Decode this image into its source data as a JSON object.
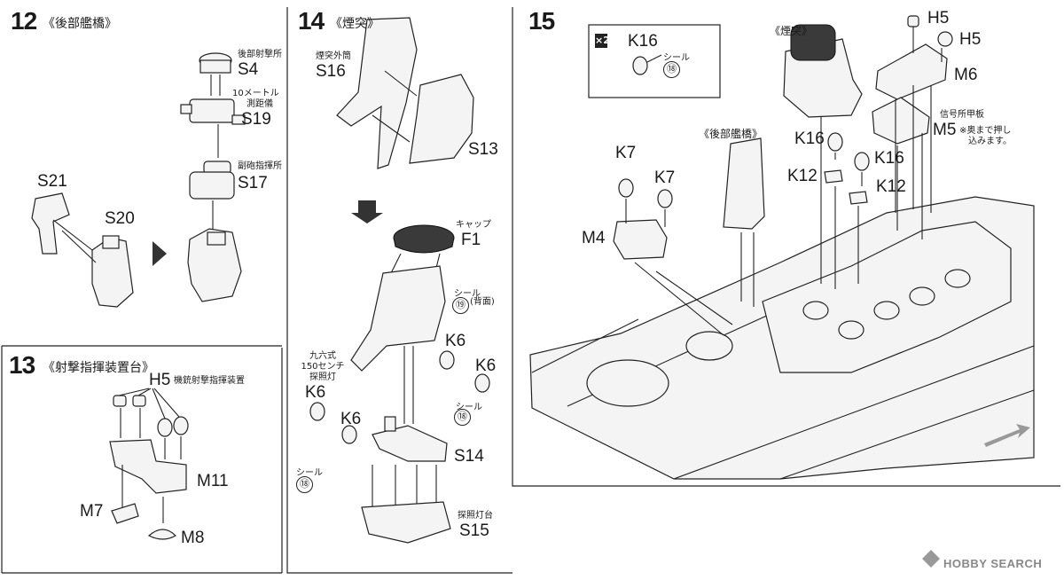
{
  "steps": {
    "s12": {
      "number": "12",
      "title": "《後部艦橋》"
    },
    "s13": {
      "number": "13",
      "title": "《射撃指揮装置台》"
    },
    "s14": {
      "number": "14",
      "title": "《煙突》"
    },
    "s15": {
      "number": "15"
    }
  },
  "parts12": {
    "s4": "S4",
    "s4_note": "後部射撃所",
    "s19": "S19",
    "s19_note_1": "10メートル",
    "s19_note_2": "測距儀",
    "s17": "S17",
    "s17_note": "副砲指揮所",
    "s21": "S21",
    "s20": "S20"
  },
  "parts13": {
    "h5": "H5",
    "h5_note": "機銃射撃指揮装置",
    "m11": "M11",
    "m7": "M7",
    "m8": "M8"
  },
  "parts14": {
    "s16": "S16",
    "s16_note": "煙突外筒",
    "s13": "S13",
    "f1": "F1",
    "f1_note": "キャップ",
    "seal_label": "シール",
    "seal19": "⑲",
    "seal19_note": "(背面)",
    "k6": "K6",
    "lamp_note_1": "九六式",
    "lamp_note_2": "150センチ",
    "lamp_note_3": "探照灯",
    "seal18": "⑱",
    "s14": "S14",
    "s15": "S15",
    "s15_note": "探照灯台"
  },
  "parts15": {
    "x2": "×2",
    "k16": "K16",
    "seal_label": "シール",
    "seal18": "⑱",
    "funnel_note": "《煙突》",
    "rear_bridge_note": "《後部艦橋》",
    "h5": "H5",
    "m6": "M6",
    "m5": "M5",
    "m5_note": "信号所甲板",
    "m5_instr_1": "※奥まで押し",
    "m5_instr_2": "込みます。",
    "k7": "K7",
    "m4": "M4",
    "k12": "K12"
  },
  "watermark": {
    "brand": "HOBBY SEARCH"
  }
}
